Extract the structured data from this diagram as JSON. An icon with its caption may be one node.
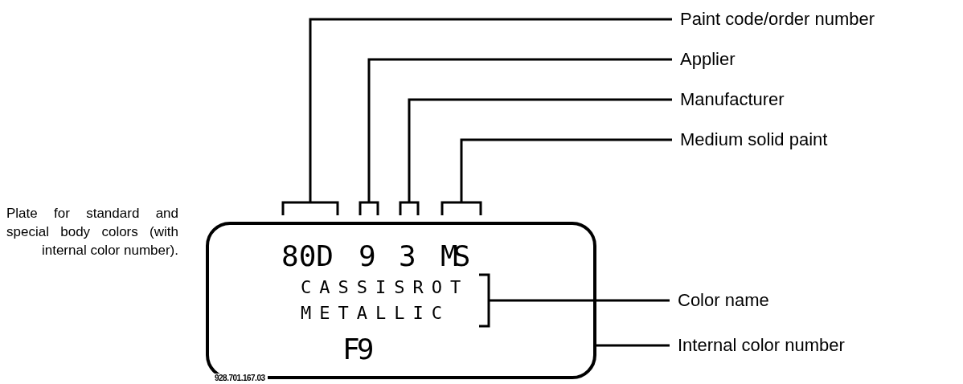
{
  "diagram": {
    "nodes": [
      {
        "text": [
          "928.701.167.03"
        ],
        "beside": [
          "Plate for standard and special body colors (with internal color number)."
        ]
      },
      {
        "text": [
          "80D"
        ],
        "in": 0
      },
      {
        "text": [
          "9"
        ],
        "in": 0
      },
      {
        "text": [
          "3"
        ],
        "in": 0
      },
      {
        "text": [
          "MS"
        ],
        "in": 0
      },
      {
        "text": [
          "CASSISROT METALLIC"
        ],
        "in": 0
      },
      {
        "text": [
          "F9"
        ],
        "in": 0
      },
      {
        "text": [
          "Paint code/order number"
        ]
      },
      {
        "text": [
          "Applier"
        ]
      },
      {
        "text": [
          "Manufacturer"
        ]
      },
      {
        "text": [
          "Medium solid paint"
        ]
      },
      {
        "text": [
          "Color name"
        ]
      },
      {
        "text": [
          "Internal color number"
        ]
      }
    ],
    "edges": [
      {
        "from": 7,
        "to": 1,
        "arrow": "none"
      },
      {
        "from": 8,
        "to": 2,
        "arrow": "none"
      },
      {
        "from": 9,
        "to": 3,
        "arrow": "none"
      },
      {
        "from": 10,
        "to": 4,
        "arrow": "none"
      },
      {
        "from": 11,
        "to": 5,
        "arrow": "none"
      },
      {
        "from": 12,
        "to": 0,
        "arrow": "none"
      }
    ]
  }
}
